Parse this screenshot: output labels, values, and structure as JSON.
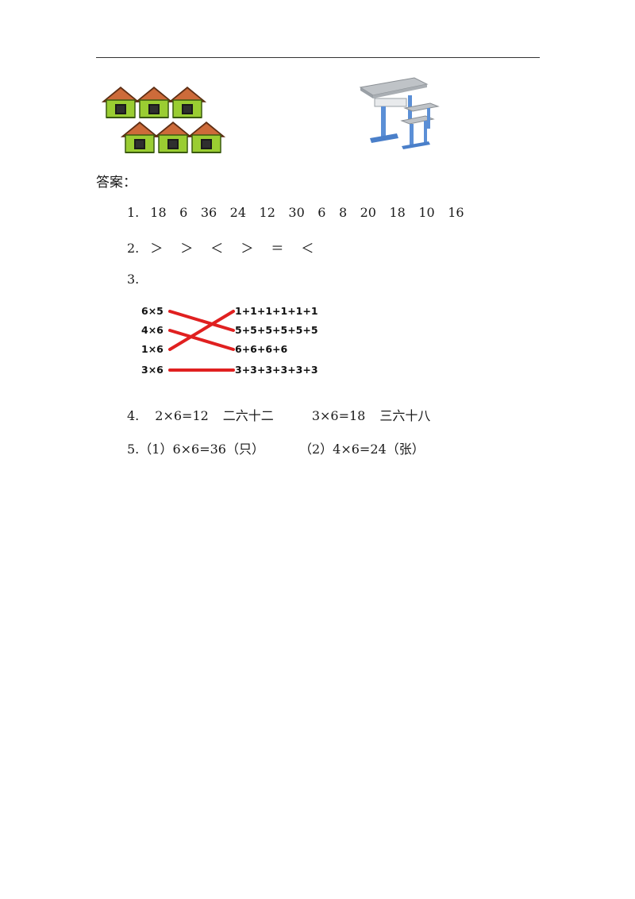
{
  "answer_title": "答案：",
  "q1": {
    "num": "1.",
    "values": [
      "18",
      "6",
      "36",
      "24",
      "12",
      "30",
      "6",
      "8",
      "20",
      "18",
      "10",
      "16"
    ]
  },
  "q2": {
    "num": "2.",
    "values": [
      "＞",
      "＞",
      "＜",
      "＞",
      "＝",
      "＜"
    ]
  },
  "q3": {
    "num": "3.",
    "left": [
      "6×5",
      "4×6",
      "1×6",
      "3×6"
    ],
    "right": [
      "1+1+1+1+1+1",
      "5+5+5+5+5+5",
      "6+6+6+6",
      "3+3+3+3+3+3"
    ],
    "line_color": "#e02020"
  },
  "q4": {
    "num": "4.",
    "a": "2×6=12",
    "a_words": "二六十二",
    "b": "3×6=18",
    "b_words": "三六十八"
  },
  "q5": {
    "num": "5.",
    "a": "（1）6×6=36（只）",
    "b": "（2）4×6=24（张）"
  }
}
